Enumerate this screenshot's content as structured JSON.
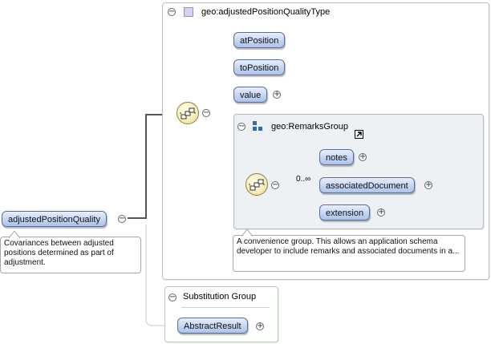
{
  "root": {
    "label": "adjustedPositionQuality",
    "note": "Covariances between adjusted positions determined as part of adjustment."
  },
  "type_box": {
    "title": "geo:adjustedPositionQualityType",
    "elements": [
      {
        "label": "atPosition"
      },
      {
        "label": "toPosition"
      },
      {
        "label": "value"
      }
    ]
  },
  "remarks_group": {
    "title": "geo:RemarksGroup",
    "occurrence": "0..∞",
    "elements": [
      {
        "label": "notes"
      },
      {
        "label": "associatedDocument"
      },
      {
        "label": "extension"
      }
    ],
    "note": "A convenience group. This allows an application schema developer to include remarks and associated documents in a..."
  },
  "substitution_group": {
    "title": "Substitution Group",
    "element": "AbstractResult"
  },
  "symbols": {
    "collapse": "−",
    "expand": "+"
  },
  "colors": {
    "pill": "#c5d5f3",
    "pill_border": "#5a6f92",
    "sequence": "#f5ecb8",
    "group_icon": "#2f6fae"
  }
}
